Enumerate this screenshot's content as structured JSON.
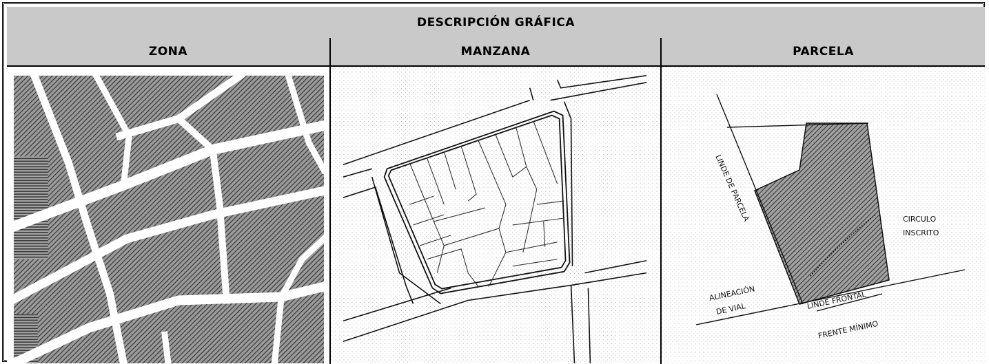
{
  "table": {
    "title": "DESCRIPCIÓN GRÁFICA",
    "columns": [
      "ZONA",
      "MANZANA",
      "PARCELA"
    ]
  },
  "parcela_labels": {
    "linde_parcela": "LINDE DE PARCELA",
    "circulo_1": "CIRCULO",
    "circulo_2": "INSCRITO",
    "alineacion_1": "ALINEACIÓN",
    "alineacion_2": "DE VIAL",
    "linde_frontal": "LINDE FRONTAL",
    "frente_minimo": "FRENTE MÍNIMO"
  },
  "colors": {
    "header_bg": "#c9c9c9",
    "ink": "#000000",
    "hatch": "#3a3a3a"
  }
}
